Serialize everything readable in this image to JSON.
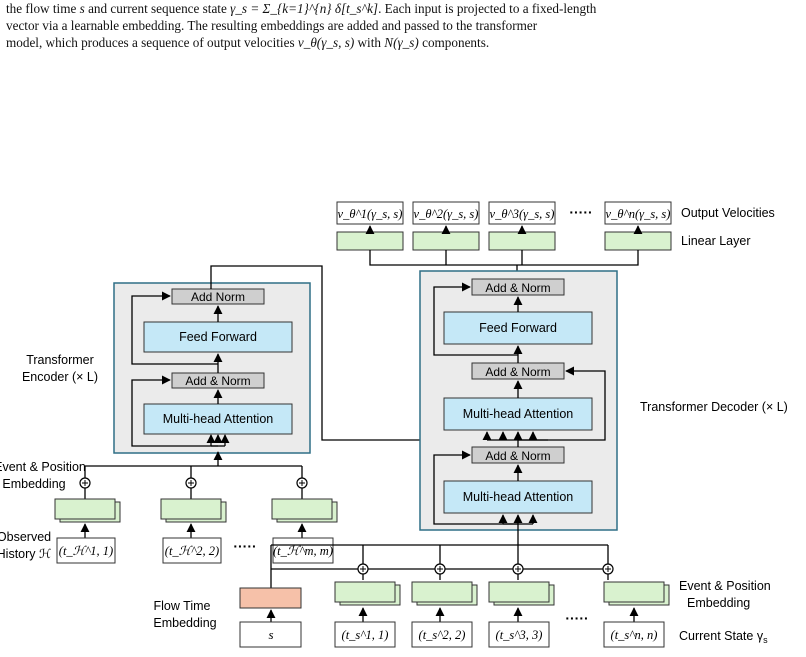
{
  "caption": {
    "line1_a": "the flow time ",
    "line1_s": "s",
    "line1_b": " and current sequence state ",
    "line1_math": "γ_s = Σ_{k=1}^{n} δ[t_s^k]",
    "line1_c": ". Each input is projected to a fixed-length",
    "line2": "vector via a learnable embedding. The resulting embeddings are added and passed to the transformer",
    "line3_a": "model, which produces a sequence of output velocities ",
    "line3_math1": "v_θ(γ_s, s)",
    "line3_b": " with ",
    "line3_math2": "N(γ_s)",
    "line3_c": " components."
  },
  "labels": {
    "output_velocities": "Output Velocities",
    "linear_layer": "Linear Layer",
    "transformer_encoder_1": "Transformer",
    "transformer_encoder_2": "Encoder (× L)",
    "transformer_decoder": "Transformer Decoder (× L)",
    "event_position_left_1": "Event & Position",
    "event_position_left_2": "Embedding",
    "observed_history_1": "Observed",
    "observed_history_2": "History ℋ",
    "flow_time_1": "Flow Time",
    "flow_time_2": "Embedding",
    "event_position_right_1": "Event & Position",
    "event_position_right_2": "Embedding",
    "current_state": "Current State γ",
    "current_state_sub": "s"
  },
  "encoder": {
    "add_norm_top": "Add Norm",
    "feed_forward": "Feed Forward",
    "add_norm_bottom": "Add & Norm",
    "attention": "Multi-head Attention"
  },
  "decoder": {
    "add_norm_top": "Add & Norm",
    "feed_forward": "Feed Forward",
    "add_norm_middle": "Add & Norm",
    "cross_attention": "Multi-head Attention",
    "add_norm_bottom": "Add & Norm",
    "self_attention": "Multi-head Attention"
  },
  "outputs": [
    "v_θ^1(γ_s, s)",
    "v_θ^2(γ_s, s)",
    "v_θ^3(γ_s, s)",
    "v_θ^n(γ_s, s)"
  ],
  "history_inputs": [
    "(t_ℋ^1, 1)",
    "(t_ℋ^2, 2)",
    "(t_ℋ^m, m)"
  ],
  "state_inputs": [
    "(t_s^1, 1)",
    "(t_s^2, 2)",
    "(t_s^3, 3)",
    "(t_s^n, n)"
  ],
  "flow_input": "s",
  "ellipsis": "·····",
  "colors": {
    "embedding_green": "#d9f2cf",
    "attention_blue": "#c5e8f7",
    "norm_gray": "#cfcfcf",
    "block_gray": "#ebebeb",
    "block_border": "#2f6f86",
    "flow_orange": "#f6c1a9"
  }
}
